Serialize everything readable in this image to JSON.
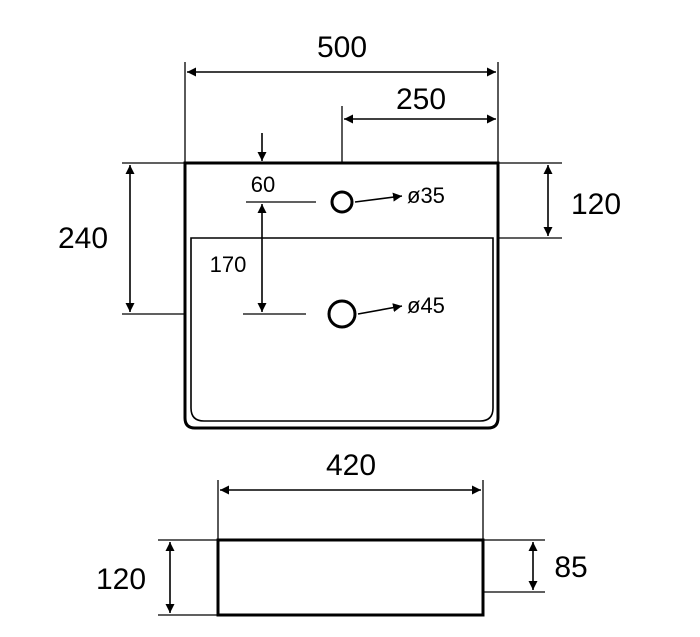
{
  "top_view": {
    "overall_width": "500",
    "tap_offset": "250",
    "overall_depth": "240",
    "tap_hole_from_back": "60",
    "waste_hole_offset": "170",
    "side_height": "120",
    "tap_hole_diameter": "ø35",
    "waste_hole_diameter": "ø45"
  },
  "front_view": {
    "bowl_width": "420",
    "total_height": "120",
    "bowl_height": "85"
  }
}
